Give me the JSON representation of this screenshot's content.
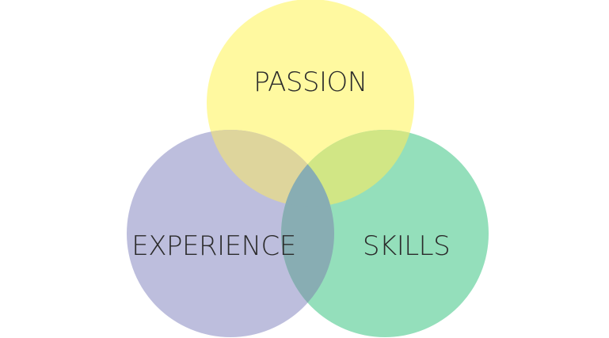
{
  "diagram": {
    "type": "venn",
    "sets": [
      {
        "id": "passion",
        "label": "PASSION",
        "color": "#FFF9A0"
      },
      {
        "id": "experience",
        "label": "EXPERIENCE",
        "color": "#BDBEDD"
      },
      {
        "id": "skills",
        "label": "SKILLS",
        "color": "#94DFBB"
      }
    ],
    "overlap_colors": {
      "passion_experience": "#DED59C",
      "passion_skills": "#D1E685",
      "experience_skills": "#88ADB3",
      "all_three": "#88ADB3"
    }
  }
}
